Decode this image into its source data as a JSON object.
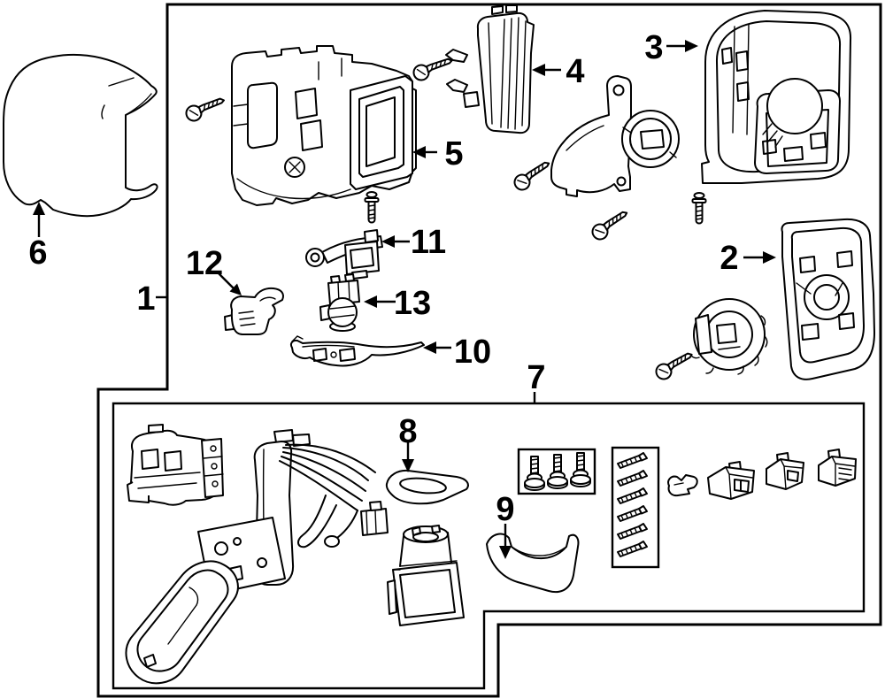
{
  "colors": {
    "line": "#000000",
    "background": "#ffffff",
    "label": "#000000"
  },
  "labels": [
    {
      "id": 1,
      "text": "1",
      "arrow": "dash-right-to-border"
    },
    {
      "id": 2,
      "text": "2",
      "arrow": "right"
    },
    {
      "id": 3,
      "text": "3",
      "arrow": "right"
    },
    {
      "id": 4,
      "text": "4",
      "arrow": "left"
    },
    {
      "id": 5,
      "text": "5",
      "arrow": "left"
    },
    {
      "id": 6,
      "text": "6",
      "arrow": "up"
    },
    {
      "id": 7,
      "text": "7",
      "arrow": "tick-down-to-box"
    },
    {
      "id": 8,
      "text": "8",
      "arrow": "down"
    },
    {
      "id": 9,
      "text": "9",
      "arrow": "down"
    },
    {
      "id": 10,
      "text": "10",
      "arrow": "left"
    },
    {
      "id": 11,
      "text": "11",
      "arrow": "left"
    },
    {
      "id": 12,
      "text": "12",
      "arrow": "down-right"
    },
    {
      "id": 13,
      "text": "13",
      "arrow": "left"
    }
  ]
}
